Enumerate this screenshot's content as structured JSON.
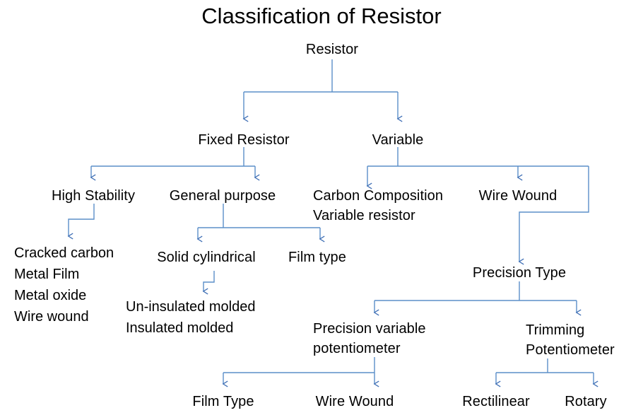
{
  "diagram": {
    "title": "Classification of Resistor",
    "line_color": "#5B8FC9",
    "arrow_color": "#3F6FB5",
    "text_color": "#000000",
    "background": "#ffffff",
    "type": "tree",
    "nodes": {
      "root": "Resistor",
      "fixed": "Fixed Resistor",
      "variable": "Variable",
      "high_stability": "High Stability",
      "general_purpose": "General purpose",
      "carbon_composition_line1": "Carbon Composition",
      "carbon_composition_line2": "Variable resistor",
      "wire_wound": "Wire Wound",
      "solid_cylindrical": "Solid cylindrical",
      "film_type": "Film type",
      "precision_type": "Precision Type",
      "precision_variable_line1": "Precision variable",
      "precision_variable_line2": "potentiometer",
      "trimming_line1": "Trimming",
      "trimming_line2": "Potentiometer",
      "film_type_bottom": "Film Type",
      "wire_wound_bottom": "Wire Wound",
      "rectilinear": "Rectilinear",
      "rotary": "Rotary"
    },
    "lists": {
      "high_stability_children": [
        "Cracked carbon",
        "Metal Film",
        "Metal oxide",
        "Wire wound"
      ],
      "solid_cylindrical_children": [
        "Un-insulated molded",
        "Insulated molded"
      ]
    }
  }
}
